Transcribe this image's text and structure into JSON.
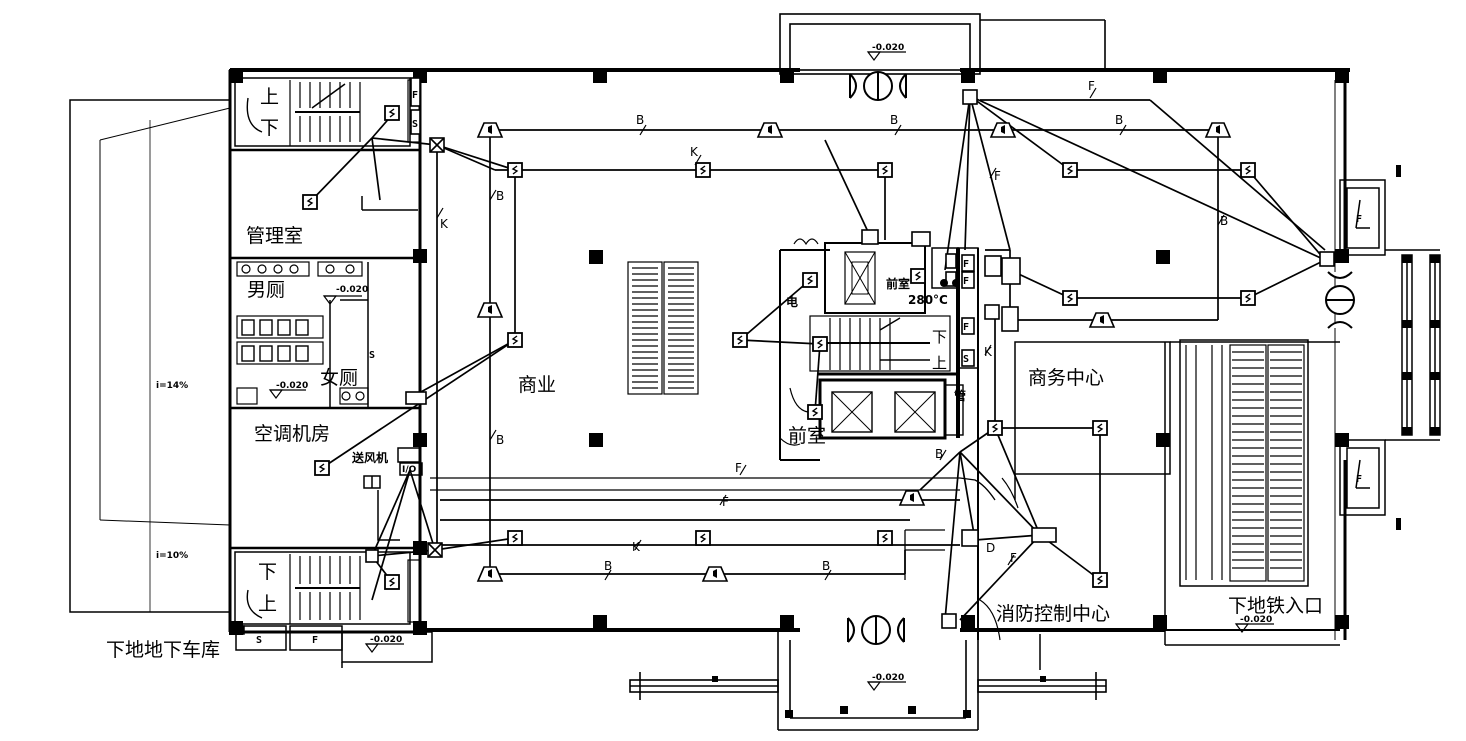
{
  "rooms": {
    "management": "管理室",
    "mens_toilet": "男厕",
    "womens_toilet": "女厕",
    "ac_room": "空调机房",
    "supply_fan": "送风机",
    "commercial": "商业",
    "front_room_top": "前室",
    "front_room_bottom": "前室",
    "business_center": "商务中心",
    "fire_control": "消防控制中心",
    "metro_entrance": "下地铁入口",
    "garage": "下地地下车库",
    "elec_shaft": "电",
    "pipe_shaft": "管"
  },
  "stairs": {
    "up": "上",
    "down": "下"
  },
  "temperature": "280°C",
  "levels": {
    "top": "-0.020",
    "mens": "-0.020",
    "womens": "-0.020",
    "bottom_left": "-0.020",
    "bottom": "-0.020",
    "metro": "-0.020"
  },
  "slopes": {
    "upper": "i=14%",
    "lower": "i=10%"
  },
  "wire_labels": {
    "b": "B",
    "k": "K",
    "f": "F",
    "d": "D"
  },
  "device_symbols": {
    "smoke": "S",
    "fire_box": "F",
    "io_module": "I/O",
    "speaker": "◁"
  }
}
